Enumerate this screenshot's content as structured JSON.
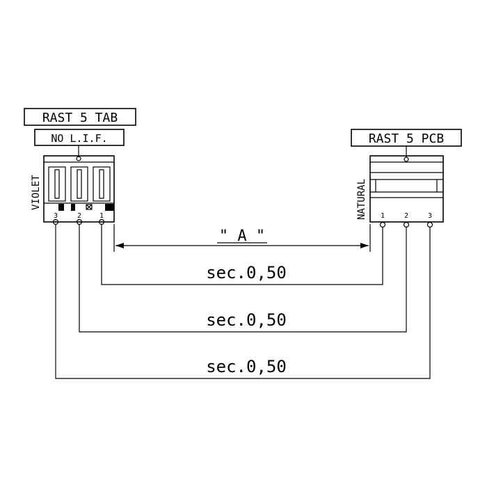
{
  "left_connector": {
    "title": "RAST 5 TAB",
    "subtitle": "NO  L.I.F.",
    "color_label": "VIOLET",
    "pins": [
      "3",
      "2",
      "1"
    ]
  },
  "right_connector": {
    "title": "RAST 5 PCB",
    "color_label": "NATURAL",
    "pins": [
      "1",
      "2",
      "3"
    ]
  },
  "dimension": {
    "label": "\" A \""
  },
  "wires": [
    {
      "section_label": "sec.0,50"
    },
    {
      "section_label": "sec.0,50"
    },
    {
      "section_label": "sec.0,50"
    }
  ]
}
